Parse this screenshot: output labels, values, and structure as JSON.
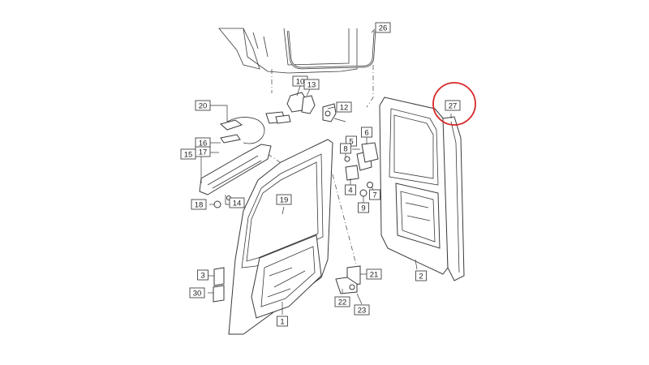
{
  "diagram": {
    "callouts": [
      {
        "id": "c1",
        "label": "1"
      },
      {
        "id": "c2",
        "label": "2"
      },
      {
        "id": "c3",
        "label": "3"
      },
      {
        "id": "c4",
        "label": "4"
      },
      {
        "id": "c5",
        "label": "5"
      },
      {
        "id": "c6",
        "label": "6"
      },
      {
        "id": "c7",
        "label": "7"
      },
      {
        "id": "c8",
        "label": "8"
      },
      {
        "id": "c9",
        "label": "9"
      },
      {
        "id": "c10",
        "label": "10"
      },
      {
        "id": "c12",
        "label": "12"
      },
      {
        "id": "c13",
        "label": "13"
      },
      {
        "id": "c14",
        "label": "14"
      },
      {
        "id": "c15",
        "label": "15"
      },
      {
        "id": "c16",
        "label": "16"
      },
      {
        "id": "c17",
        "label": "17"
      },
      {
        "id": "c18",
        "label": "18"
      },
      {
        "id": "c19",
        "label": "19"
      },
      {
        "id": "c20",
        "label": "20"
      },
      {
        "id": "c21",
        "label": "21"
      },
      {
        "id": "c22",
        "label": "22"
      },
      {
        "id": "c23",
        "label": "23"
      },
      {
        "id": "c26",
        "label": "26"
      },
      {
        "id": "c27",
        "label": "27"
      },
      {
        "id": "c30",
        "label": "30"
      }
    ],
    "highlight": {
      "callout": "27",
      "color": "#d62728"
    }
  }
}
